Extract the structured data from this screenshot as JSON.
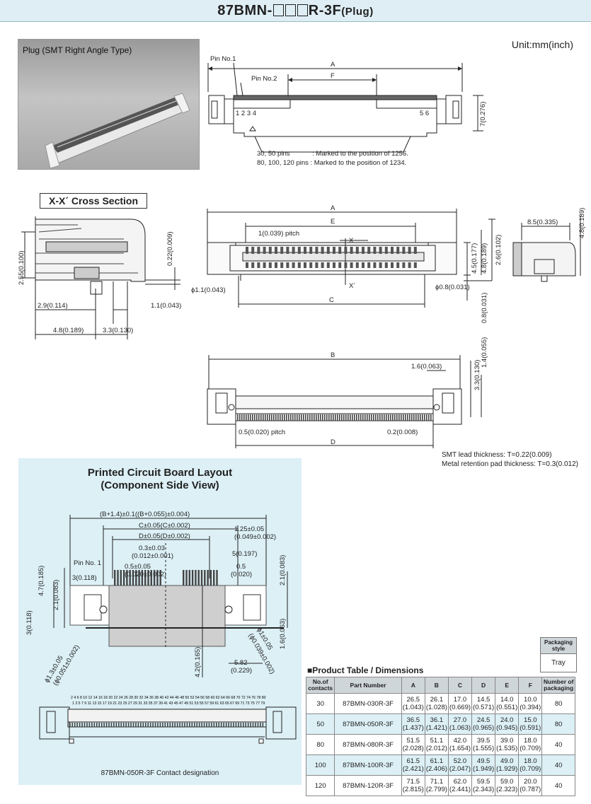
{
  "title": {
    "prefix": "87BMN-",
    "mid": "R-3F",
    "suffix": "(Plug)"
  },
  "photo_label": "Plug (SMT Right Angle Type)",
  "unit_label": "Unit:mm(inch)",
  "top_view": {
    "pin1": "Pin No.1",
    "pin2": "Pin No.2",
    "A": "A",
    "F": "F",
    "pins_left": "1 2 3 4",
    "pins_right": "5 6",
    "h7": "7(0.276)",
    "note1": "30, 50 pins            : Marked to the position of 1256.",
    "note2": "80, 100, 120 pins : Marked to the position of 1234."
  },
  "xsection": {
    "title": "X-X´ Cross Section",
    "d022": "0.22(0.009)",
    "d255": "2.55(0.100)",
    "d29": "2.9(0.114)",
    "d11": "1.1(0.043)",
    "d48": "4.8(0.189)",
    "d33": "3.3(0.130)"
  },
  "front_view": {
    "A": "A",
    "E": "E",
    "pitch": "1(0.039) pitch",
    "X": "X",
    "Xp": "X´",
    "C": "C",
    "phi11": "ϕ1.1(0.043)",
    "phi08": "ϕ0.8(0.031)",
    "d26": "2.6(0.102)",
    "d45": "4.5(0.177)",
    "d48": "4.8(0.189)",
    "d08": "0.8(0.031)"
  },
  "side_view": {
    "d85": "8.5(0.335)",
    "d48": "4.8(0.189)"
  },
  "bottom_view": {
    "B": "B",
    "D": "D",
    "d16": "1.6(0.063)",
    "d14": "1.4(0.055)",
    "d33": "3.3(0.130)",
    "pitch": "0.5(0.020) pitch",
    "d02": "0.2(0.008)"
  },
  "notes": [
    "SMT lead thickness: T=0.22(0.009)",
    "Metal retention pad thickness: T=0.3(0.012)"
  ],
  "pcb": {
    "title1": "Printed Circuit Board Layout",
    "title2": "(Component Side View)",
    "dB": "(B+1.4)±0.1((B+0.055)±0.004)",
    "dC": "C±0.05(C±0.002)",
    "dD": "D±0.05(D±0.002)",
    "d125a": "1.25±0.05",
    "d125b": "(0.049±0.002)",
    "d03a": "0.3±0.03",
    "d03b": "(0.012±0.001)",
    "pin1": "Pin No. 1",
    "d05a": "0.5±0.05",
    "d05b": "(0.020±0.002)",
    "d5": "5(0.197)",
    "d05c": "0.5",
    "d05d": "(0.020)",
    "d3": "3(0.118)",
    "d47": "4.7(0.185)",
    "d21a": "2.1(0.083)",
    "d21b": "2.1(0.083)",
    "d3v": "3(0.118)",
    "d16": "1.6(0.063)",
    "d42": "4.2(0.165)",
    "d582a": "5.82",
    "d582b": "(0.229)",
    "phi13": "ϕ1.3±0.05",
    "phi13b": "(ϕ0.051±0.002)",
    "phi1": "ϕ1±0.05",
    "phi1b": "(ϕ0.039±0.002)",
    "even_pins": "2 4 6 8 10 12 14 16 18 20 22 24 26 28 30 32 34 36 38 40 42 44 46 48 50 52 54 56 58 60 62 64 66 68 70 72 74 76 78 80",
    "odd_pins": "1 3 5 7 9 11 13 15 17 19 21 23 25 27 29 31 33 35 37 39 41 43 45 47 49 51 53 55 57 59 61 63 65 67 69 71 73 75 77 79",
    "footer": "87BMN-050R-3F Contact designation"
  },
  "packaging": {
    "header": "Packaging style",
    "value": "Tray"
  },
  "table": {
    "title": "■Product Table / Dimensions",
    "headers": [
      "No.of contacts",
      "Part Number",
      "A",
      "B",
      "C",
      "D",
      "E",
      "F",
      "Number of packaging"
    ],
    "rows": [
      {
        "n": "30",
        "pn": "87BMN-030R-3F",
        "a": "26.5",
        "ai": "(1.043)",
        "b": "26.1",
        "bi": "(1.028)",
        "c": "17.0",
        "ci": "(0.669)",
        "d": "14.5",
        "di": "(0.571)",
        "e": "14.0",
        "ei": "(0.551)",
        "f": "10.0",
        "fi": "(0.394)",
        "pk": "80"
      },
      {
        "n": "50",
        "pn": "87BMN-050R-3F",
        "a": "36.5",
        "ai": "(1.437)",
        "b": "36.1",
        "bi": "(1.421)",
        "c": "27.0",
        "ci": "(1.063)",
        "d": "24.5",
        "di": "(0.965)",
        "e": "24.0",
        "ei": "(0.945)",
        "f": "15.0",
        "fi": "(0.591)",
        "pk": "80"
      },
      {
        "n": "80",
        "pn": "87BMN-080R-3F",
        "a": "51.5",
        "ai": "(2.028)",
        "b": "51.1",
        "bi": "(2.012)",
        "c": "42.0",
        "ci": "(1.654)",
        "d": "39.5",
        "di": "(1.555)",
        "e": "39.0",
        "ei": "(1.535)",
        "f": "18.0",
        "fi": "(0.709)",
        "pk": "40"
      },
      {
        "n": "100",
        "pn": "87BMN-100R-3F",
        "a": "61.5",
        "ai": "(2.421)",
        "b": "61.1",
        "bi": "(2.406)",
        "c": "52.0",
        "ci": "(2.047)",
        "d": "49.5",
        "di": "(1.949)",
        "e": "49.0",
        "ei": "(1.929)",
        "f": "18.0",
        "fi": "(0.709)",
        "pk": "40"
      },
      {
        "n": "120",
        "pn": "87BMN-120R-3F",
        "a": "71.5",
        "ai": "(2.815)",
        "b": "71.1",
        "bi": "(2.799)",
        "c": "62.0",
        "ci": "(2.441)",
        "d": "59.5",
        "di": "(2.343)",
        "e": "59.0",
        "ei": "(2.323)",
        "f": "20.0",
        "fi": "(0.787)",
        "pk": "40"
      }
    ]
  }
}
